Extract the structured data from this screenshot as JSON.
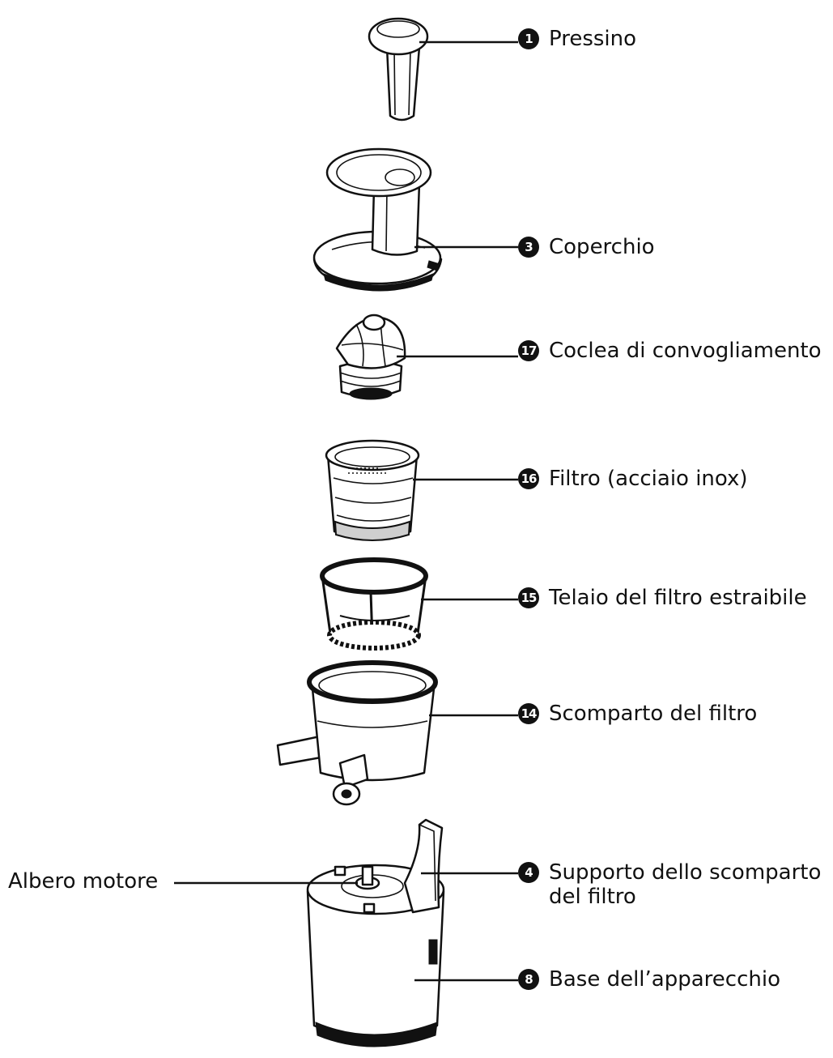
{
  "parts": [
    {
      "id": "pressino",
      "number": "1",
      "label": "Pressino"
    },
    {
      "id": "coperchio",
      "number": "3",
      "label": "Coperchio"
    },
    {
      "id": "coclea",
      "number": "17",
      "label": "Coclea di convogliamento"
    },
    {
      "id": "filtro",
      "number": "16",
      "label": "Filtro (acciaio inox)"
    },
    {
      "id": "telaio",
      "number": "15",
      "label": "Telaio del filtro estraibile"
    },
    {
      "id": "scomparto",
      "number": "14",
      "label": "Scomparto del filtro"
    },
    {
      "id": "supporto",
      "number": "4",
      "label": "Supporto dello scomparto",
      "label_line2": "del filtro"
    },
    {
      "id": "base",
      "number": "8",
      "label": "Base dell’apparecchio"
    }
  ],
  "albero_motore": "Albero motore"
}
